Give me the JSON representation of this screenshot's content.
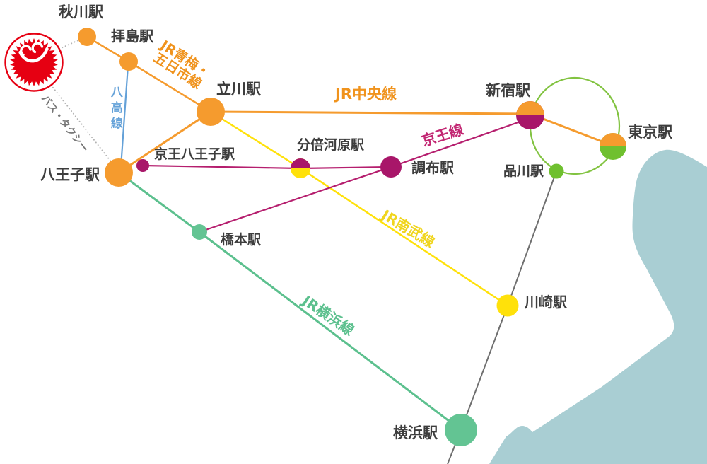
{
  "stations": {
    "akigawa": "秋川駅",
    "haijima": "拝島駅",
    "tachikawa": "立川駅",
    "shinjuku": "新宿駅",
    "tokyo": "東京駅",
    "shinagawa": "品川駅",
    "hachioji": "八王子駅",
    "keio_hachioji": "京王八王子駅",
    "bubaigawara": "分倍河原駅",
    "chofu": "調布駅",
    "hashimoto": "橋本駅",
    "kawasaki": "川崎駅",
    "yokohama": "横浜駅"
  },
  "line_labels": {
    "ome_line1": "JR青梅・",
    "ome_line2": "五日市線",
    "chuo": "JR中央線",
    "hachiko": "八高線",
    "keio": "京王線",
    "nambu": "JR南武線",
    "yokohama_line": "JR横浜線",
    "bus_taxi": "バス・タクシー"
  },
  "icons": {
    "logo": "starburst-smile-logo"
  },
  "colors": {
    "orange": "#f59b2e",
    "magenta": "#a81669",
    "magenta_line": "#b51e6e",
    "yellow": "#ffe10a",
    "green_line": "#82c341",
    "green_dot": "#6fc02f",
    "teal_dot": "#63c493",
    "teal_line": "#5cc08e",
    "blue": "#64a1d8",
    "gray_line": "#6f6f6f",
    "dotted_gray": "#b3b3b3",
    "bay": "#a9ced3",
    "logo_red": "#e60012",
    "text": "#3d3d3d"
  }
}
